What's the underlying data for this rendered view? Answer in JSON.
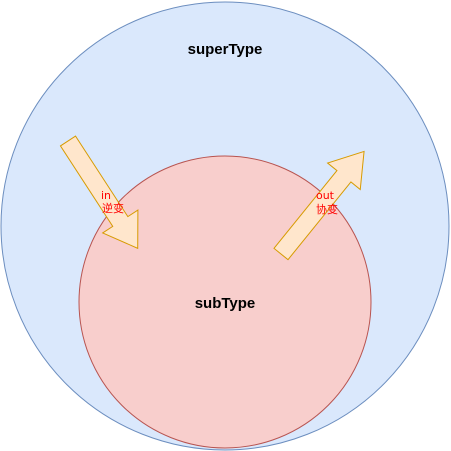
{
  "diagram": {
    "outer_circle": {
      "label": "superType",
      "fill": "#dae8fc",
      "stroke": "#6c8ebf"
    },
    "inner_circle": {
      "label": "subType",
      "fill": "#f8cecc",
      "stroke": "#b85450"
    },
    "arrow_in": {
      "line1": "in",
      "line2": "逆变",
      "fill": "#ffe6cc",
      "stroke": "#d79b00",
      "text_color": "#ff0000"
    },
    "arrow_out": {
      "line1": "out",
      "line2": "协变",
      "fill": "#ffe6cc",
      "stroke": "#d79b00",
      "text_color": "#ff0000"
    }
  }
}
